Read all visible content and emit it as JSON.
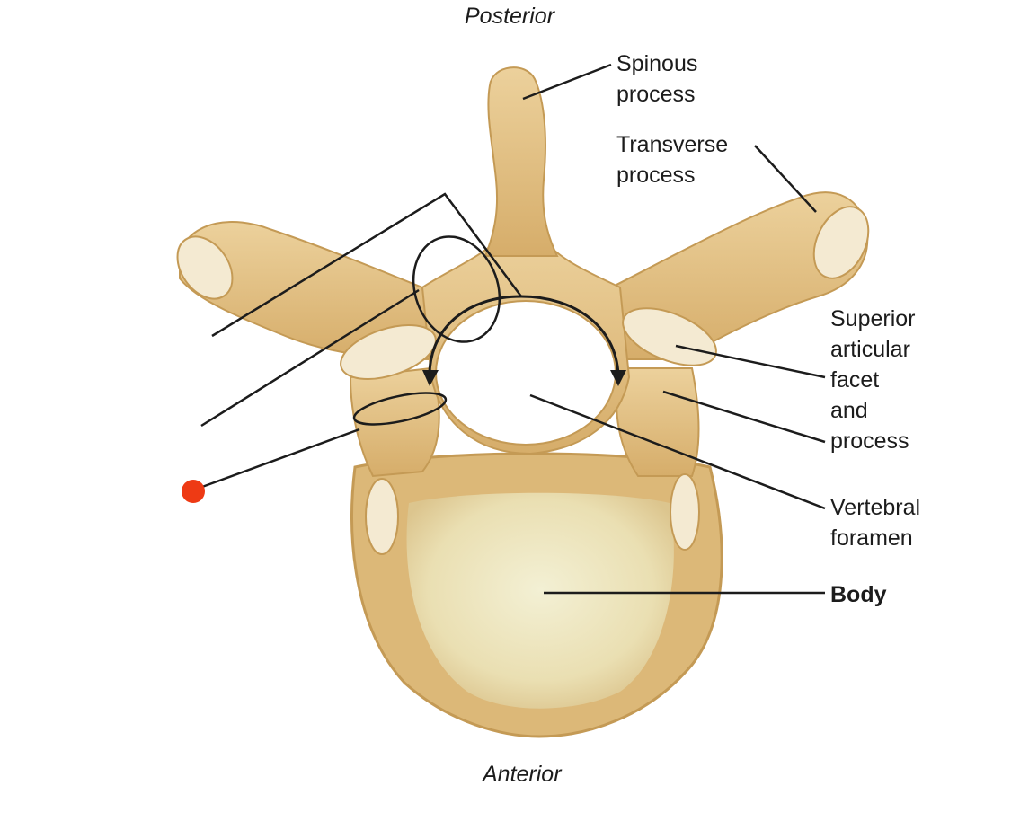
{
  "orientation": {
    "top": "Posterior",
    "bottom": "Anterior"
  },
  "labels": {
    "spinous_process": "Spinous\nprocess",
    "transverse_process": "Transverse\nprocess",
    "superior_articular_facet": "Superior\narticular\nfacet\nand\nprocess",
    "vertebral_foramen": "Vertebral\nforamen",
    "body": "Body"
  },
  "colors": {
    "bone": "#e8c98f",
    "bone_dark": "#c89a52",
    "facet": "#f4ead2",
    "body_center": "#f1ecc8",
    "leader_line": "#1c1c1c",
    "marker": "#ee3a14"
  }
}
